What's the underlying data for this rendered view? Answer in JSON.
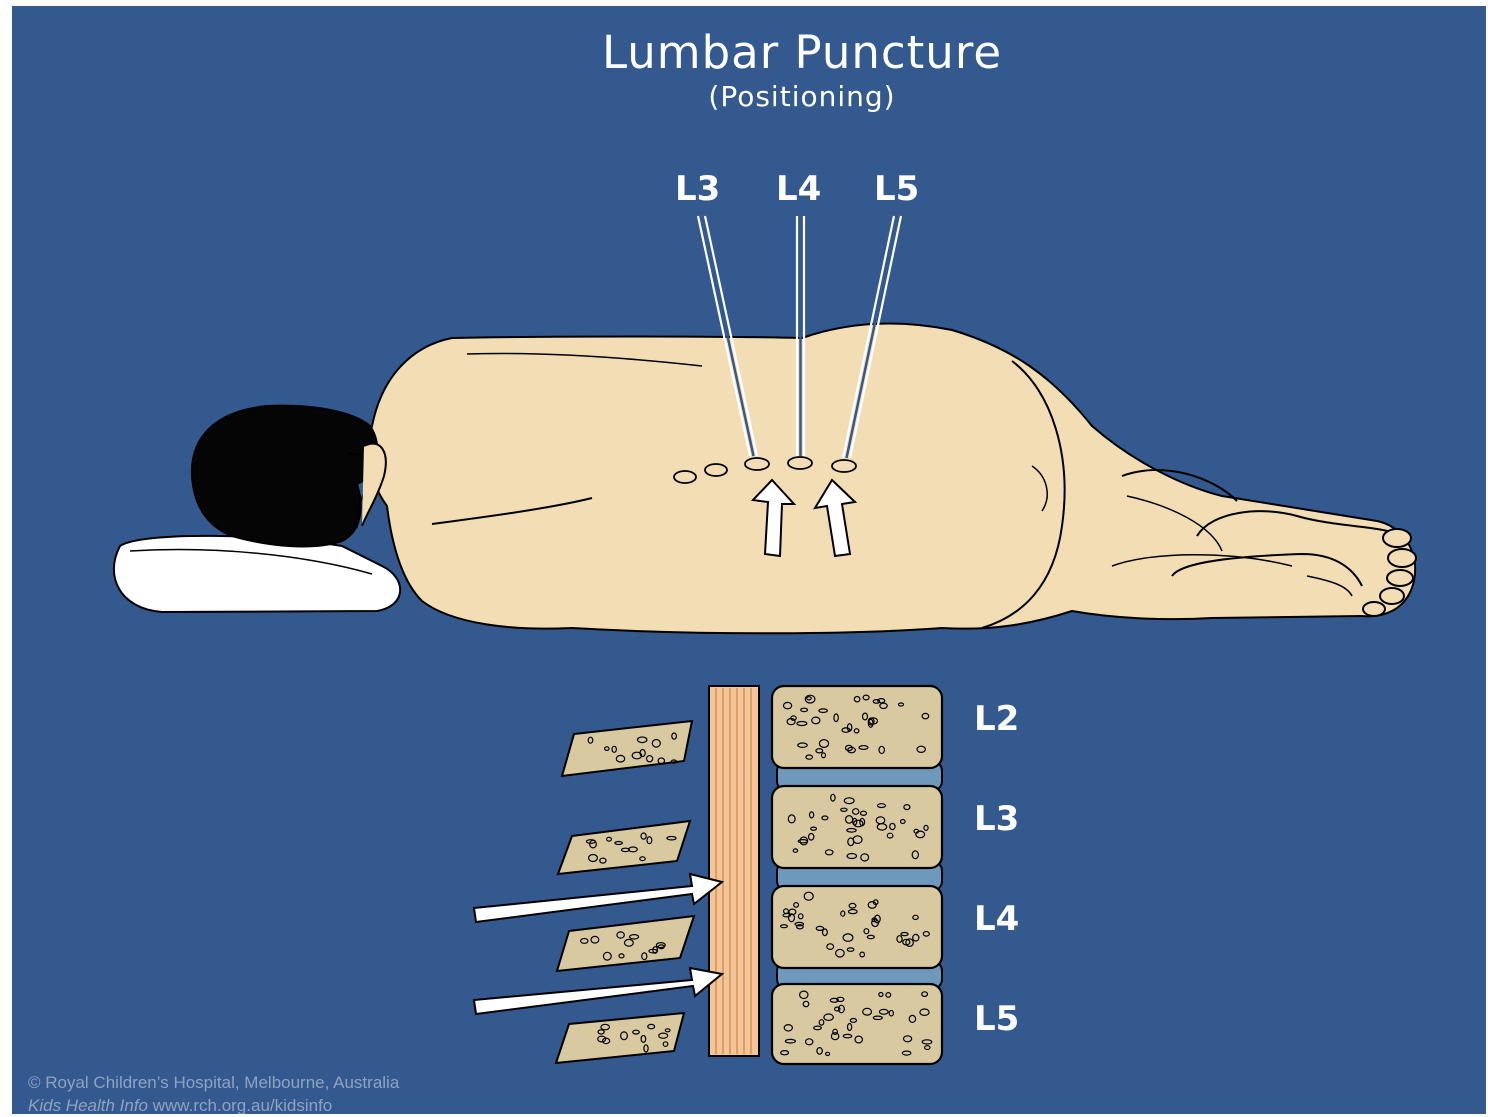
{
  "title": "Lumbar Puncture",
  "subtitle": "(Positioning)",
  "needle_labels": [
    "L3",
    "L4",
    "L5"
  ],
  "vertebra_labels": [
    "L2",
    "L3",
    "L4",
    "L5"
  ],
  "credit": {
    "line1": "© Royal Children’s Hospital, Melbourne, Australia",
    "line2_italic": "Kids Health Info",
    "line2_url": " www.rch.org.au/kidsinfo"
  },
  "colors": {
    "background": "#34598f",
    "skin": "#f2ddb5",
    "hair": "#050505",
    "bone": "#d9c9a1",
    "disc": "#6f98bd",
    "spinal_cord": "#f3c597"
  }
}
